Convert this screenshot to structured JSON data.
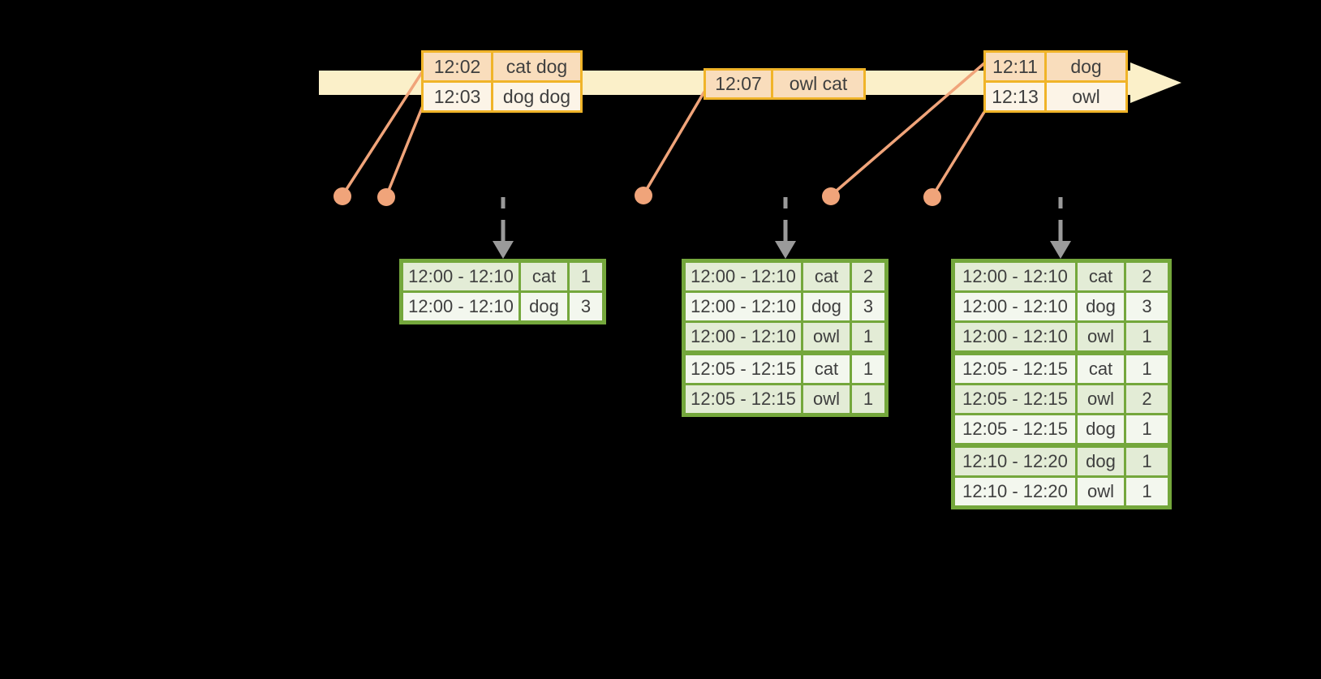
{
  "canvas": {
    "background": "#000000"
  },
  "colors": {
    "timeline_band": "#FBF0C9",
    "event_table_border": "#F0B429",
    "event_row_peach": "#F9DDBC",
    "event_row_cream": "#FCF4E7",
    "salmon": "#F0A47A",
    "gray_arrow": "#9A9A9A",
    "result_border_green": "#74A73C",
    "result_row_green": "#E3ECD6",
    "result_row_white": "#F3F7EE",
    "text": "#3F3F3F"
  },
  "timeline": {
    "event_tables": [
      {
        "rows": [
          {
            "time": "12:02",
            "words": "cat dog"
          },
          {
            "time": "12:03",
            "words": "dog dog"
          }
        ]
      },
      {
        "rows": [
          {
            "time": "12:07",
            "words": "owl cat"
          }
        ]
      },
      {
        "rows": [
          {
            "time": "12:11",
            "words": "dog"
          },
          {
            "time": "12:13",
            "words": "owl"
          }
        ]
      }
    ]
  },
  "result_tables": [
    {
      "rows": [
        {
          "window": "12:00 - 12:10",
          "word": "cat",
          "count": "1"
        },
        {
          "window": "12:00 - 12:10",
          "word": "dog",
          "count": "3"
        }
      ],
      "group_breaks": []
    },
    {
      "rows": [
        {
          "window": "12:00 - 12:10",
          "word": "cat",
          "count": "2"
        },
        {
          "window": "12:00 - 12:10",
          "word": "dog",
          "count": "3"
        },
        {
          "window": "12:00 - 12:10",
          "word": "owl",
          "count": "1"
        },
        {
          "window": "12:05 - 12:15",
          "word": "cat",
          "count": "1"
        },
        {
          "window": "12:05 - 12:15",
          "word": "owl",
          "count": "1"
        }
      ],
      "group_breaks": [
        3
      ]
    },
    {
      "rows": [
        {
          "window": "12:00 - 12:10",
          "word": "cat",
          "count": "2"
        },
        {
          "window": "12:00 - 12:10",
          "word": "dog",
          "count": "3"
        },
        {
          "window": "12:00 - 12:10",
          "word": "owl",
          "count": "1"
        },
        {
          "window": "12:05 - 12:15",
          "word": "cat",
          "count": "1"
        },
        {
          "window": "12:05 - 12:15",
          "word": "owl",
          "count": "2"
        },
        {
          "window": "12:05 - 12:15",
          "word": "dog",
          "count": "1"
        },
        {
          "window": "12:10 - 12:20",
          "word": "dog",
          "count": "1"
        },
        {
          "window": "12:10 - 12:20",
          "word": "owl",
          "count": "1"
        }
      ],
      "group_breaks": [
        3,
        6
      ]
    }
  ]
}
